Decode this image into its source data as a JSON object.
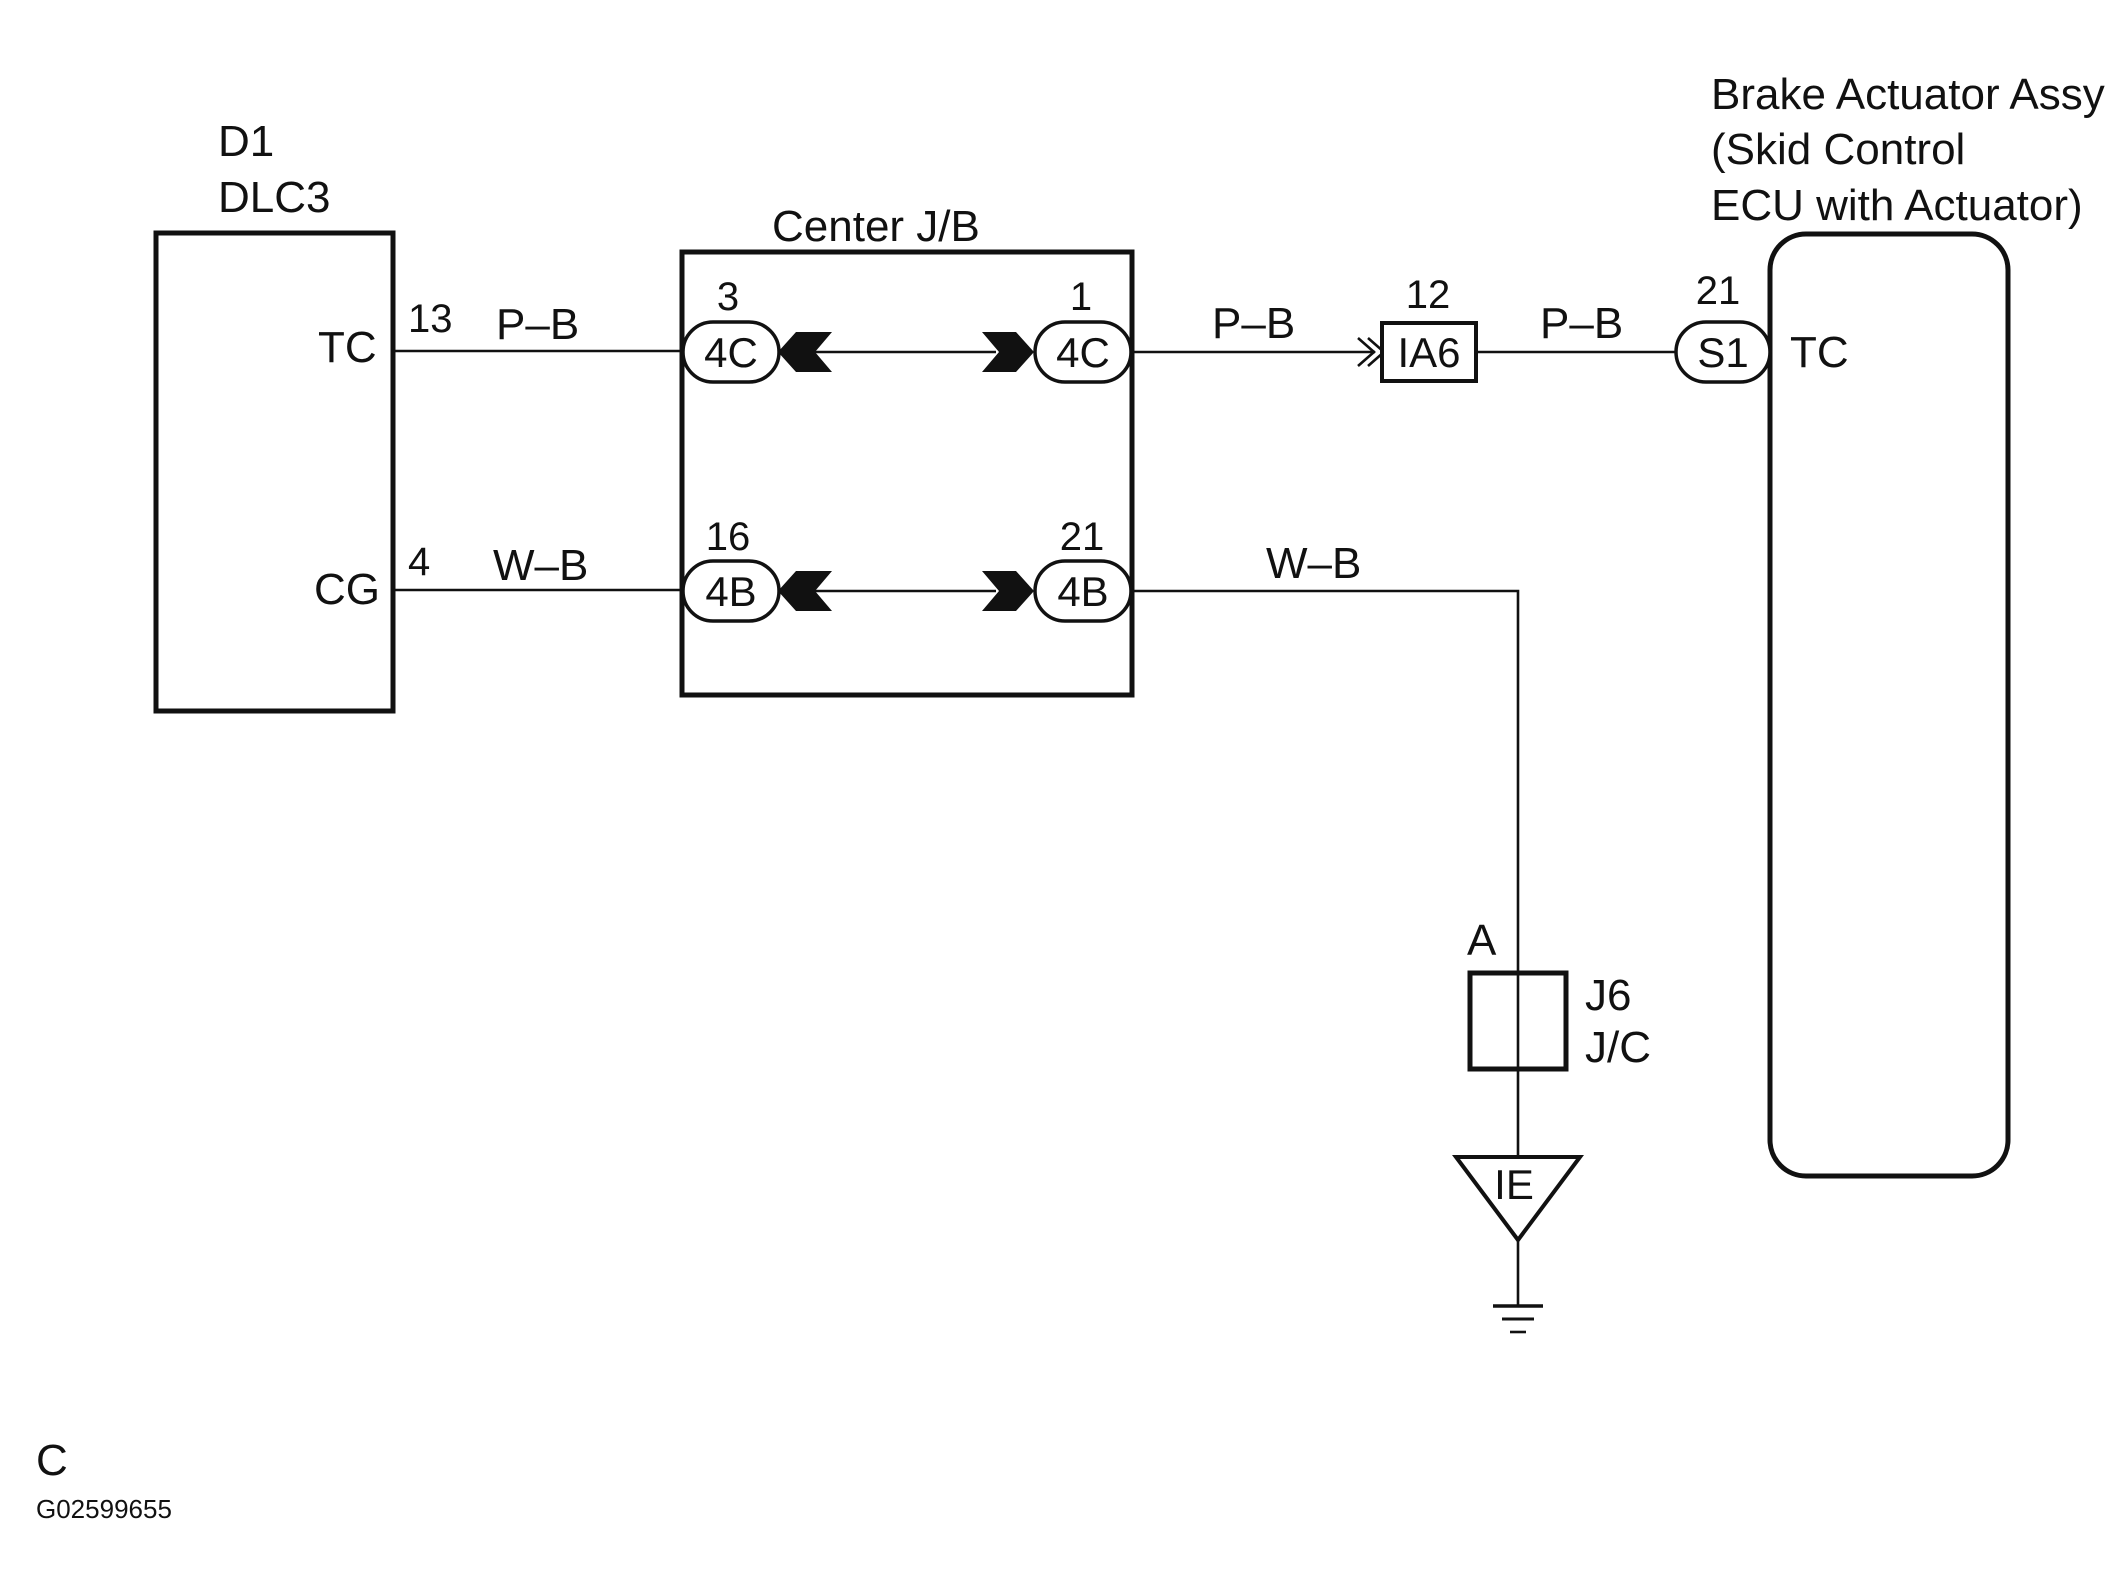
{
  "dlc3": {
    "ref": "D1",
    "name": "DLC3",
    "terminals": [
      {
        "name": "TC",
        "pin": "13",
        "wire": "P–B"
      },
      {
        "name": "CG",
        "pin": "4",
        "wire": "W–B"
      }
    ]
  },
  "center_jb": {
    "title": "Center J/B",
    "connectors": {
      "top_left": {
        "pin": "3",
        "code": "4C"
      },
      "top_right": {
        "pin": "1",
        "code": "4C"
      },
      "bottom_left": {
        "pin": "16",
        "code": "4B"
      },
      "bottom_right": {
        "pin": "21",
        "code": "4B"
      }
    }
  },
  "wires": {
    "jb_to_ia6": "P–B",
    "ia6_to_ecu": "P–B",
    "jb_to_ground": "W–B"
  },
  "ia6": {
    "pin": "12",
    "code": "IA6"
  },
  "ecu": {
    "title_lines": [
      "Brake Actuator Assy",
      "(Skid Control",
      "ECU with Actuator)"
    ],
    "connector": {
      "pin": "21",
      "code": "S1"
    },
    "terminal": "TC"
  },
  "junction": {
    "point": "A",
    "ref": "J6",
    "name": "J/C"
  },
  "ground": {
    "code": "IE"
  },
  "footer": {
    "letter": "C",
    "code": "G02599655"
  }
}
